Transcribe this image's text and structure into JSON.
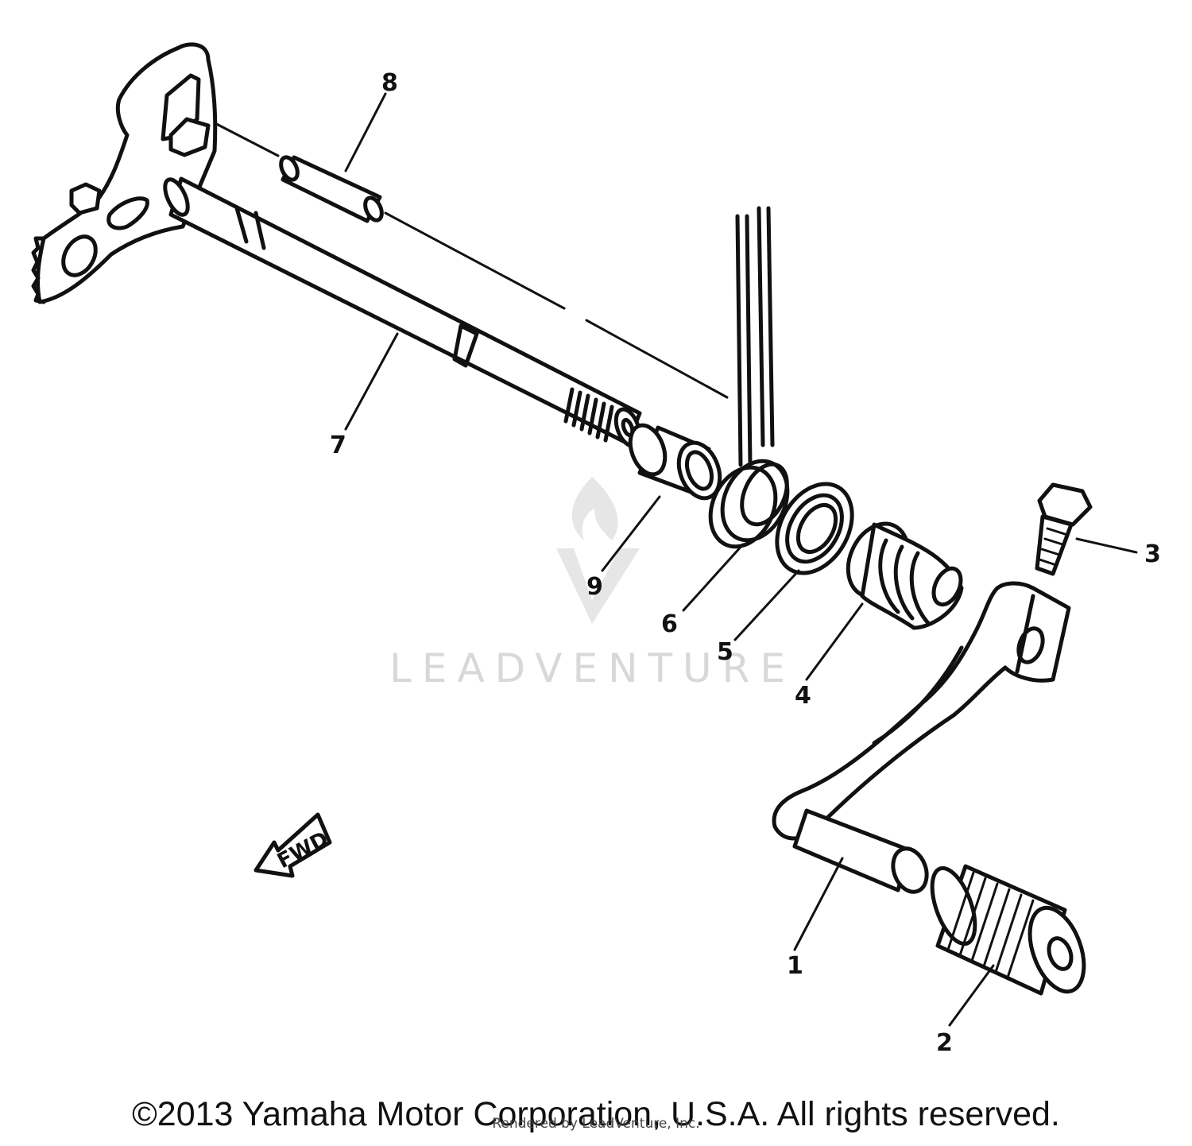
{
  "watermark": {
    "brand": "LEADVENTURE"
  },
  "fwd_label": "FWD",
  "parts": [
    {
      "number": "1"
    },
    {
      "number": "2"
    },
    {
      "number": "3"
    },
    {
      "number": "4"
    },
    {
      "number": "5"
    },
    {
      "number": "6"
    },
    {
      "number": "7"
    },
    {
      "number": "8"
    },
    {
      "number": "9"
    }
  ],
  "footer": {
    "copyright": "©2013 Yamaha Motor Corporation, U.S.A. All rights reserved.",
    "rendered_by": "Rendered by LeadVenture, Inc."
  }
}
